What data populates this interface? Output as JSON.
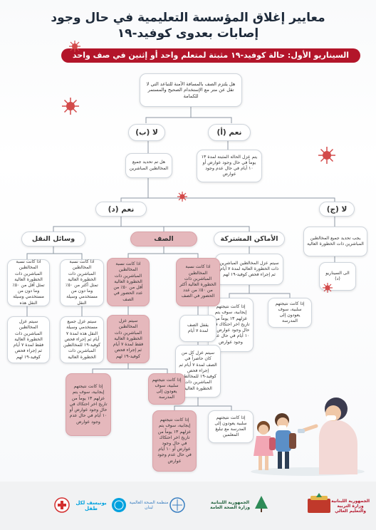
{
  "title": {
    "line1": "معايير إغلاق المؤسسة التعليمية في حال وجود",
    "line2": "إصابات بعدوى كوفيد-١٩"
  },
  "scenario_banner": "السيناريو الأول: حالة كوفيد-١٩ مثبتة لمتعلم واحد أو إثنين في صف واحد",
  "question_top": "هل يلتزم الصف بالمسافة الآمنة للتباعد التي لا تقل عن متر مع الإستخدام الصحيح والمستمر للكمامة",
  "yes_1": "نعم (أ)",
  "no_1": "لا (ب)",
  "yes_1_action": "يتم عزل الحالة المثبتة لمدة ١٣ يوماً في حال وجود عوارض أو ١٠ أيام في حال عدم وجود عوارض",
  "no_1_question": "هل تم تحديد جميع المخالطين المباشرين",
  "yes_2": "نعم (د)",
  "no_2": "لا (ج)",
  "no_2_action": "يجب تحديد جميع المخالطين المباشرين ذات الخطورة العالية",
  "goto_scenario": "الى السيناريو (د)",
  "branches": {
    "common": "الأماكن المشتركة",
    "class": "الصف",
    "transport": "وسائل النقل"
  },
  "common_boxes": {
    "quarantine": "سيتم عزل المخالطين المباشرين ذات الخطورة العالية لمدة ٧ أيام ثم إجراء فحص كوفيد-١٩ لهم",
    "positive": "إذا كانت نتيجتهم إيجابية، سوف يتم عزلهم ١٣ يوماً من تاريخ اخر احتكاك في حال وجود عوارض أو ١٠ أيام في حال عدم وجود عوارض",
    "negative": "إذا كانت نتيجتهم سلبية، سوف يعودون إلى المدرسة"
  },
  "class_boxes": {
    "under_50": "اذا كانت نسبة المخالطين المباشرين ذات الخطورة العالية أقل من ٥٠٪ من عدد الحضور في الصف",
    "over_50": "اذا كانت نسبة المخالطين المباشرين ذات الخطورة العالية أكثر من ٥٠٪ من عدد الحضور في الصف",
    "close_class": "يقفل الصف لمدة ٧ أيام",
    "quarantine_over": "سيتم عزل المخالطين المباشرين ذات الخطورة العالية فقط لمدة ٧ أيام ثم إجراء فحص كوفيد-١٩ لهم",
    "quarantine_all": "سيتم عزل كل من كان حاضراً في الصف لمدة ٧ أيام ثم إجراء فحص كوفيد-١٩ للمخالطين المباشرين ذات الخطورة العالية",
    "negative_a": "إذا كانت نتيجتهم سلبية، سوف يعودون إلى المدرسة",
    "positive_a": "إذا كانت نتيجتهم إيجابية، سوف يتم عزلهم ١٣ يوماً من تاريخ اخر احتكاك في حال وجود عوارض أو ١٠ أيام في حال عدم وجود عوارض",
    "positive_b": "إذا كانت نتيجتهم إيجابية، سوف يتم عزلهم ١٣ يوماً من تاريخ اخر احتكاك في حال وجود عوارض أو ١٠ أيام في حال عدم وجود عوارض",
    "negative_b": "إذا كانت نتيجتهم سلبية يعودون إلى المدرسة مع تبليغ المعلمين"
  },
  "transport_boxes": {
    "under_50": "اذا كانت نسبة المخالطين المباشرين ذات الخطورة العالية تمثل أقل من ٥٠٪ وما دون من مستخدمي وسيلة النقل هذه",
    "over_50": "اذا كانت نسبة المخالطين المباشرين ذات الخطورة العالية تمثل أكثر من ٥٠٪ وما دون من مستخدمي وسيلة النقل",
    "quarantine_all": "سيتم عزل جميع مستخدمي وسيلة النقل هذه لمدة ٧ أيام ثم إجراء فحص كوفيد-١٩ للمخالطين المباشرين ذات الخطورة العالية",
    "quarantine_high": "سيتم عزل المخالطين المباشرين ذات الخطورة العالية فقط لمدة ٧ أيام ثم إجراء فحص كوفيد-١٩ لهم"
  },
  "logos": {
    "ministry_edu": "الجمهورية اللبنانية وزارة التربية والتعليم العالي",
    "ministry_health": "الجمهورية اللبنانية وزارة الصحة العامة",
    "who": "منظمة الصحة العالمية لبنان",
    "unicef": "يونيسف لكل طفل"
  },
  "colors": {
    "title": "#1e2a3a",
    "banner": "#b3152a",
    "class_header": "#e5b8bc",
    "virus": "#d34a4a",
    "line": "#8c96a3"
  }
}
